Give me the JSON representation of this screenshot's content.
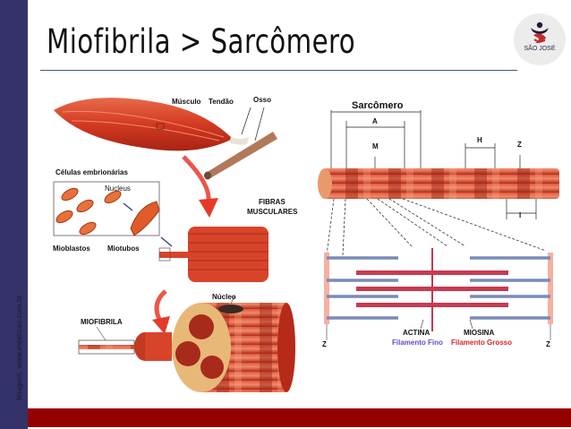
{
  "slide": {
    "title": "Miofibrila > Sarcômero",
    "credit": "Imagem:  www.esteticas.com.br",
    "logo": {
      "name": "SÃO JOSÉ",
      "icon": "sao-jose-logo-icon"
    },
    "colors": {
      "sidebar": "#33336a",
      "bottom_bar": "#940000",
      "muscle_red": "#d94a2e",
      "actin_blue": "#5a4fcf",
      "myosin_red": "#d8242c"
    }
  },
  "left_diagram": {
    "labels": {
      "musculo": "Músculo",
      "tendao": "Tendão",
      "osso": "Osso",
      "celulas": "Células embrionárias",
      "nucleus": "Nucleus",
      "mioblastos": "Mioblastos",
      "miotubos": "Miotubos",
      "fibras_1": "FIBRAS",
      "fibras_2": "MUSCULARES",
      "miofibrila": "MIOFIBRILA",
      "nucleo": "Núcleo"
    }
  },
  "right_diagram": {
    "labels": {
      "sarcomero": "Sarcômero",
      "a": "A",
      "m": "M",
      "h": "H",
      "z_top": "Z",
      "i": "I",
      "z_left": "Z",
      "z_right": "Z",
      "actina": "ACTINA",
      "filamento_fino": "Filamento Fino",
      "miosina": "MIOSINA",
      "filamento_grosso": "Filamento Grosso"
    }
  }
}
